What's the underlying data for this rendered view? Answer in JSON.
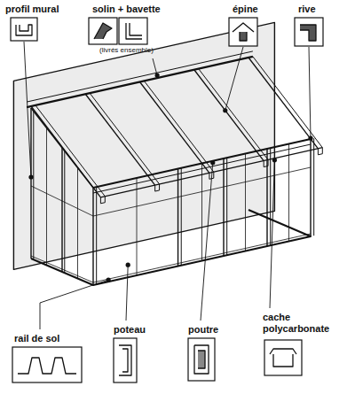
{
  "diagram": {
    "labels": [
      "profil mural",
      "solin + bavette",
      "(livrés ensemble)",
      "épine",
      "rive",
      "rail de sol",
      "poteau",
      "poutre",
      "cache polycarbonate"
    ]
  }
}
